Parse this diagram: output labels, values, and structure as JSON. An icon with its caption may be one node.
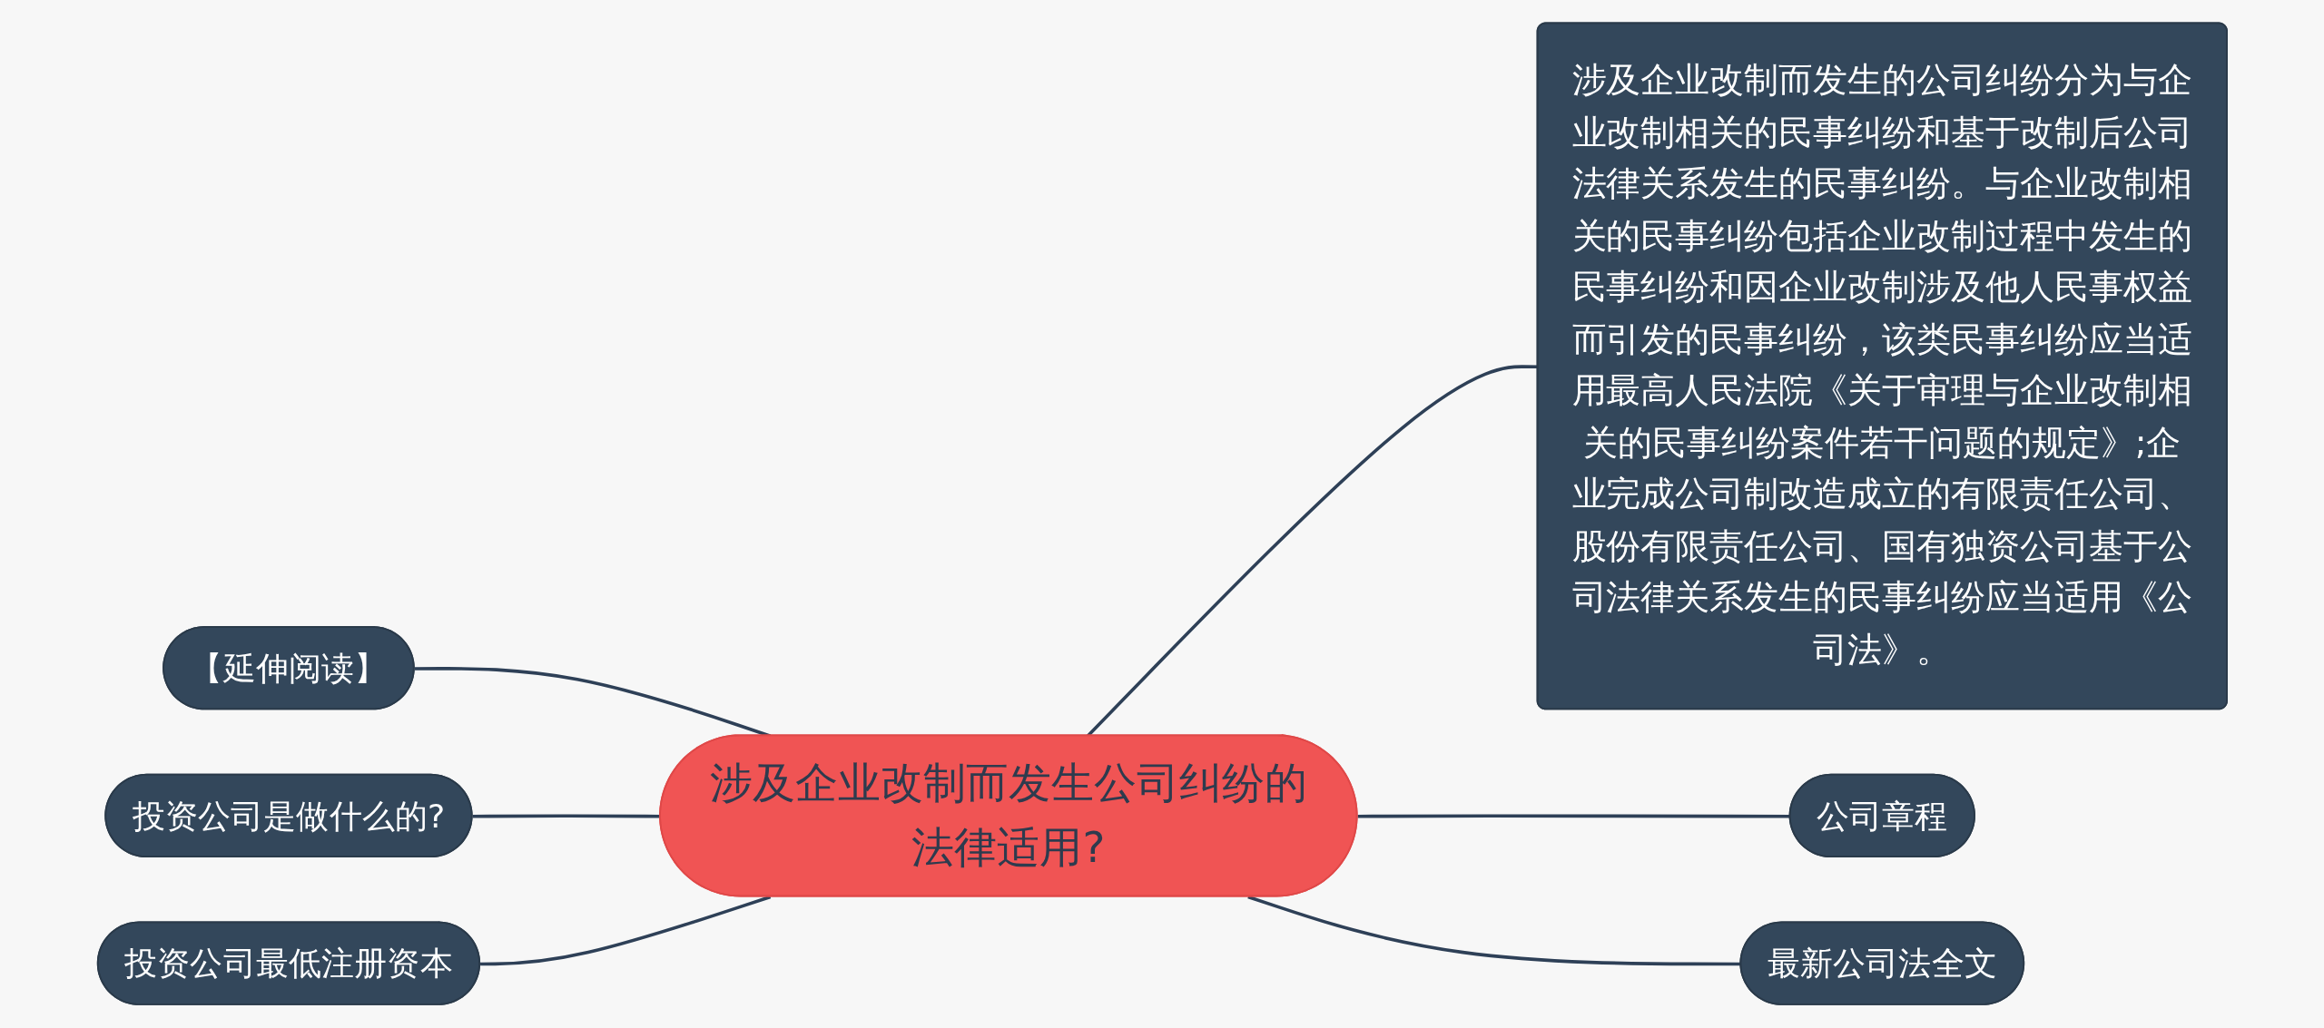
{
  "diagram": {
    "nodes": [
      {
        "text": [
          "涉及企业改制而发生公司纠纷的法律适用?"
        ]
      },
      {
        "text": [
          "【延伸阅读】"
        ]
      },
      {
        "text": [
          "投资公司是做什么的?"
        ]
      },
      {
        "text": [
          "投资公司最低注册资本"
        ]
      },
      {
        "text": [
          "涉及企业改制而发生的公司纠纷分为与企业改制相关的民事纠纷和基于改制后公司法律关系发生的民事纠纷。与企业改制相关的民事纠纷包括企业改制过程中发生的民事纠纷和因企业改制涉及他人民事权益而引发的民事纠纷，该类民事纠纷应当适用最高人民法院《关于审理与企业改制相关的民事纠纷案件若干问题的规定》;企业完成公司制改造成立的有限责任公司、股份有限责任公司、国有独资公司基于公司法律关系发生的民事纠纷应当适用《公司法》。"
        ]
      },
      {
        "text": [
          "公司章程"
        ]
      },
      {
        "text": [
          "最新公司法全文"
        ]
      }
    ],
    "edges": [
      {
        "from": 1,
        "to": 0,
        "arrow": "none"
      },
      {
        "from": 2,
        "to": 0,
        "arrow": "none"
      },
      {
        "from": 3,
        "to": 0,
        "arrow": "none"
      },
      {
        "from": 0,
        "to": 4,
        "arrow": "none"
      },
      {
        "from": 0,
        "to": 5,
        "arrow": "none"
      },
      {
        "from": 0,
        "to": 6,
        "arrow": "none"
      }
    ]
  }
}
